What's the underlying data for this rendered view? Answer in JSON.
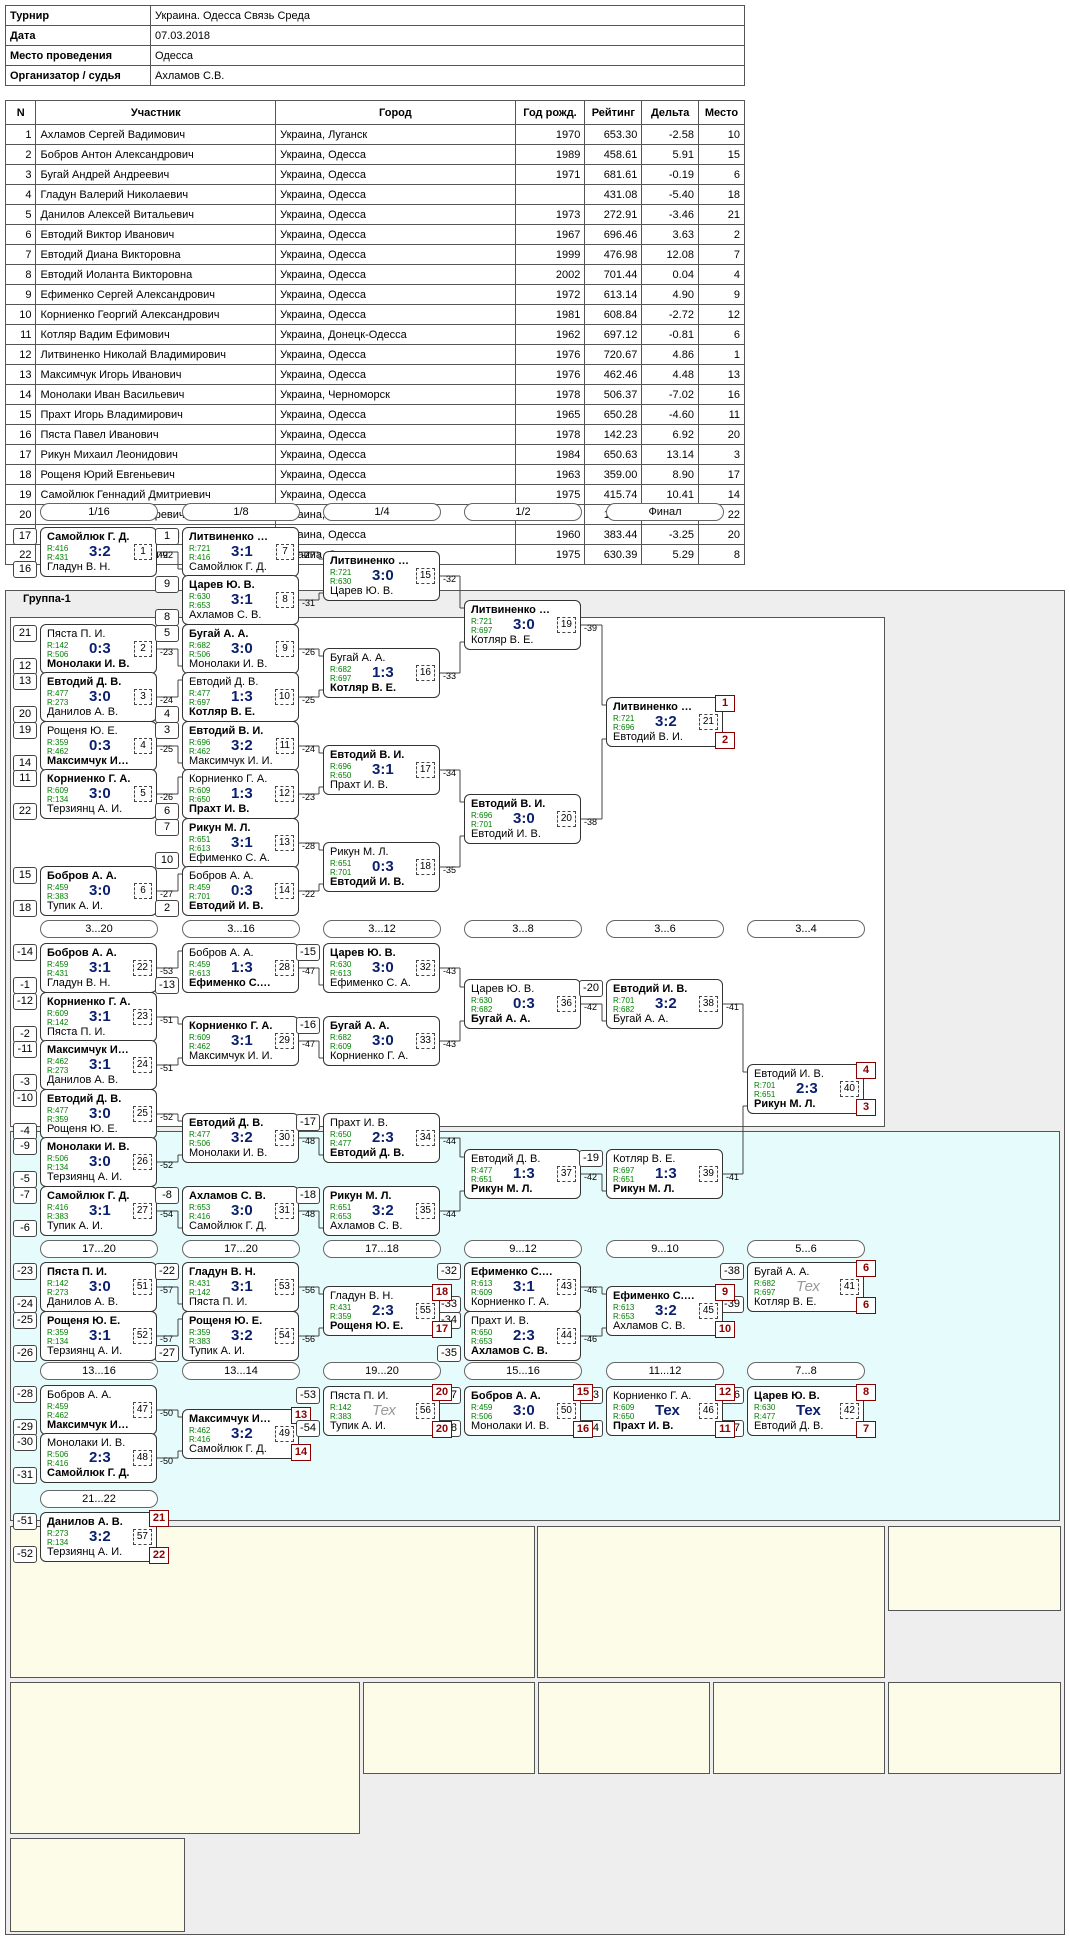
{
  "info": [
    {
      "label": "Турнир",
      "value": "Украина. Одесса Связь Среда"
    },
    {
      "label": "Дата",
      "value": "07.03.2018"
    },
    {
      "label": "Место проведения",
      "value": "Одесса"
    },
    {
      "label": "Организатор / судья",
      "value": "Ахламов С.В."
    }
  ],
  "participants": {
    "headers": [
      "N",
      "Участник",
      "Город",
      "Год рожд.",
      "Рейтинг",
      "Дельта",
      "Место"
    ],
    "rows": [
      [
        "1",
        "Ахламов Сергей Вадимович",
        "Украина, Луганск",
        "1970",
        "653.30",
        "-2.58",
        "10"
      ],
      [
        "2",
        "Бобров Антон Александрович",
        "Украина, Одесса",
        "1989",
        "458.61",
        "5.91",
        "15"
      ],
      [
        "3",
        "Бугай Андрей Андреевич",
        "Украина, Одесса",
        "1971",
        "681.61",
        "-0.19",
        "6"
      ],
      [
        "4",
        "Гладун Валерий Николаевич",
        "Украина, Одесса",
        "",
        "431.08",
        "-5.40",
        "18"
      ],
      [
        "5",
        "Данилов Алексей Витальевич",
        "Украина, Одесса",
        "1973",
        "272.91",
        "-3.46",
        "21"
      ],
      [
        "6",
        "Евтодий Виктор Иванович",
        "Украина, Одесса",
        "1967",
        "696.46",
        "3.63",
        "2"
      ],
      [
        "7",
        "Евтодий Диана Викторовна",
        "Украина, Одесса",
        "1999",
        "476.98",
        "12.08",
        "7"
      ],
      [
        "8",
        "Евтодий Иоланта Викторовна",
        "Украина, Одесса",
        "2002",
        "701.44",
        "0.04",
        "4"
      ],
      [
        "9",
        "Ефименко Сергей Александрович",
        "Украина, Одесса",
        "1972",
        "613.14",
        "4.90",
        "9"
      ],
      [
        "10",
        "Корниенко Георгий Александрович",
        "Украина, Одесса",
        "1981",
        "608.84",
        "-2.72",
        "12"
      ],
      [
        "11",
        "Котляр Вадим Ефимович",
        "Украина, Донецк-Одесса",
        "1962",
        "697.12",
        "-0.81",
        "6"
      ],
      [
        "12",
        "Литвиненко Николай Владимирович",
        "Украина, Одесса",
        "1976",
        "720.67",
        "4.86",
        "1"
      ],
      [
        "13",
        "Максимчук Игорь Иванович",
        "Украина, Одесса",
        "1976",
        "462.46",
        "4.48",
        "13"
      ],
      [
        "14",
        "Монолаки Иван Васильевич",
        "Украина, Черноморск",
        "1978",
        "506.37",
        "-7.02",
        "16"
      ],
      [
        "15",
        "Прахт Игорь Владимирович",
        "Украина, Одесса",
        "1965",
        "650.28",
        "-4.60",
        "11"
      ],
      [
        "16",
        "Пяста Павел Иванович",
        "Украина, Одесса",
        "1978",
        "142.23",
        "6.92",
        "20"
      ],
      [
        "17",
        "Рикун Михаил Леонидович",
        "Украина, Одесса",
        "1984",
        "650.63",
        "13.14",
        "3"
      ],
      [
        "18",
        "Рощеня Юрий Евгеньевич",
        "Украина, Одесса",
        "1963",
        "359.00",
        "8.90",
        "17"
      ],
      [
        "19",
        "Самойлюк Геннадий Дмитриевич",
        "Украина, Одесса",
        "1975",
        "415.74",
        "10.41",
        "14"
      ],
      [
        "20",
        "Терзиянц Алексей Игоревич",
        "Украина, Одесса",
        "1973",
        "133.65",
        "0.00",
        "22"
      ],
      [
        "21",
        "Тупик Александр Иванович",
        "Украина, Одесса",
        "1960",
        "383.44",
        "-3.25",
        "20"
      ],
      [
        "22",
        "Царев Юрий Викторович",
        "Украина, Одесса",
        "1975",
        "630.39",
        "5.29",
        "8"
      ]
    ]
  },
  "group_label": "Группа-1",
  "colors": {
    "main": "#ffffff",
    "consolation": "#e6fbfb",
    "placement": "#fcfce8",
    "outer": "#eeeeee",
    "score": "#0a1f6e",
    "rating": "#008000",
    "place": "#8b0000"
  },
  "headers": [
    {
      "id": "h1",
      "text": "1/16"
    },
    {
      "id": "h2",
      "text": "1/8"
    },
    {
      "id": "h3",
      "text": "1/4"
    },
    {
      "id": "h4",
      "text": "1/2"
    },
    {
      "id": "h5",
      "text": "Финал"
    },
    {
      "id": "h6",
      "text": "3...20"
    },
    {
      "id": "h7",
      "text": "3...16"
    },
    {
      "id": "h8",
      "text": "3...12"
    },
    {
      "id": "h9",
      "text": "3...8"
    },
    {
      "id": "h10",
      "text": "3...6"
    },
    {
      "id": "h11",
      "text": "3...4"
    },
    {
      "id": "h12",
      "text": "17...20"
    },
    {
      "id": "h13",
      "text": "17...20"
    },
    {
      "id": "h14",
      "text": "17...18"
    },
    {
      "id": "h15",
      "text": "9...12"
    },
    {
      "id": "h16",
      "text": "9...10"
    },
    {
      "id": "h17",
      "text": "5...6"
    },
    {
      "id": "h18",
      "text": "13...16"
    },
    {
      "id": "h19",
      "text": "13...14"
    },
    {
      "id": "h20",
      "text": "19...20"
    },
    {
      "id": "h21",
      "text": "15...16"
    },
    {
      "id": "h22",
      "text": "11...12"
    },
    {
      "id": "h23",
      "text": "7...8"
    },
    {
      "id": "h24",
      "text": "21...22"
    }
  ],
  "matches": [
    {
      "id": "m1",
      "no": "1",
      "p1": "Самойлюк Г. Д.",
      "p2": "Гладун В. Н.",
      "r1": "R:416",
      "r2": "R:431",
      "score": "3:2",
      "w": 1,
      "s1": "17",
      "s2": "16",
      "out": "-22"
    },
    {
      "id": "m2",
      "no": "2",
      "p1": "Пяста П. И.",
      "p2": "Монолаки И. В.",
      "r1": "R:142",
      "r2": "R:506",
      "score": "0:3",
      "w": 2,
      "s1": "21",
      "s2": "12",
      "out": "-23"
    },
    {
      "id": "m3",
      "no": "3",
      "p1": "Евтодий Д. В.",
      "p2": "Данилов А. В.",
      "r1": "R:477",
      "r2": "R:273",
      "score": "3:0",
      "w": 1,
      "s1": "13",
      "s2": "20",
      "out": "-24"
    },
    {
      "id": "m4",
      "no": "4",
      "p1": "Рощеня Ю. Е.",
      "p2": "Максимчук И. И.",
      "r1": "R:359",
      "r2": "R:462",
      "score": "0:3",
      "w": 2,
      "s1": "19",
      "s2": "14",
      "out": "-25"
    },
    {
      "id": "m5",
      "no": "5",
      "p1": "Корниенко Г. А.",
      "p2": "Терзиянц А. И.",
      "r1": "R:609",
      "r2": "R:134",
      "score": "3:0",
      "w": 1,
      "s1": "11",
      "s2": "22",
      "out": "-26"
    },
    {
      "id": "m6",
      "no": "6",
      "p1": "Бобров А. А.",
      "p2": "Тупик А. И.",
      "r1": "R:459",
      "r2": "R:383",
      "score": "3:0",
      "w": 1,
      "s1": "15",
      "s2": "18",
      "out": "-27"
    },
    {
      "id": "m7",
      "no": "7",
      "p1": "Литвиненко Н. В.",
      "p2": "Самойлюк Г. Д.",
      "r1": "R:721",
      "r2": "R:416",
      "score": "3:1",
      "w": 1,
      "s1": "1",
      "out": "-27"
    },
    {
      "id": "m8",
      "no": "8",
      "p1": "Царев Ю. В.",
      "p2": "Ахламов С. В.",
      "r1": "R:630",
      "r2": "R:653",
      "score": "3:1",
      "w": 1,
      "s1": "9",
      "s2": "8",
      "out": "-31"
    },
    {
      "id": "m9",
      "no": "9",
      "p1": "Бугай А. А.",
      "p2": "Монолаки И. В.",
      "r1": "R:682",
      "r2": "R:506",
      "score": "3:0",
      "w": 1,
      "s1": "5",
      "out": "-26"
    },
    {
      "id": "m10",
      "no": "10",
      "p1": "Евтодий Д. В.",
      "p2": "Котляр В. Е.",
      "r1": "R:477",
      "r2": "R:697",
      "score": "1:3",
      "w": 2,
      "s2": "4",
      "out": "-25"
    },
    {
      "id": "m11",
      "no": "11",
      "p1": "Евтодий В. И.",
      "p2": "Максимчук И. И.",
      "r1": "R:696",
      "r2": "R:462",
      "score": "3:2",
      "w": 1,
      "s1": "3",
      "out": "-24"
    },
    {
      "id": "m12",
      "no": "12",
      "p1": "Корниенко Г. А.",
      "p2": "Прахт И. В.",
      "r1": "R:609",
      "r2": "R:650",
      "score": "1:3",
      "w": 2,
      "s2": "6",
      "out": "-23"
    },
    {
      "id": "m13",
      "no": "13",
      "p1": "Рикун М. Л.",
      "p2": "Ефименко С. А.",
      "r1": "R:651",
      "r2": "R:613",
      "score": "3:1",
      "w": 1,
      "s1": "7",
      "s2": "10",
      "out": "-28"
    },
    {
      "id": "m14",
      "no": "14",
      "p1": "Бобров А. А.",
      "p2": "Евтодий И. В.",
      "r1": "R:459",
      "r2": "R:701",
      "score": "0:3",
      "w": 2,
      "s2": "2",
      "out": "-22"
    },
    {
      "id": "m15",
      "no": "15",
      "p1": "Литвиненко Н. В.",
      "p2": "Царев Ю. В.",
      "r1": "R:721",
      "r2": "R:630",
      "score": "3:0",
      "w": 1,
      "out": "-32"
    },
    {
      "id": "m16",
      "no": "16",
      "p1": "Бугай А. А.",
      "p2": "Котляр В. Е.",
      "r1": "R:682",
      "r2": "R:697",
      "score": "1:3",
      "w": 2,
      "out": "-33"
    },
    {
      "id": "m17",
      "no": "17",
      "p1": "Евтодий В. И.",
      "p2": "Прахт И. В.",
      "r1": "R:696",
      "r2": "R:650",
      "score": "3:1",
      "w": 1,
      "out": "-34"
    },
    {
      "id": "m18",
      "no": "18",
      "p1": "Рикун М. Л.",
      "p2": "Евтодий И. В.",
      "r1": "R:651",
      "r2": "R:701",
      "score": "0:3",
      "w": 2,
      "out": "-35"
    },
    {
      "id": "m19",
      "no": "19",
      "p1": "Литвиненко Н. В.",
      "p2": "Котляр В. Е.",
      "r1": "R:721",
      "r2": "R:697",
      "score": "3:0",
      "w": 1,
      "out": "-39"
    },
    {
      "id": "m20",
      "no": "20",
      "p1": "Евтодий В. И.",
      "p2": "Евтодий И. В.",
      "r1": "R:696",
      "r2": "R:701",
      "score": "3:0",
      "w": 1,
      "out": "-38"
    },
    {
      "id": "m21",
      "no": "21",
      "p1": "Литвиненко Н. В.",
      "p2": "Евтодий В. И.",
      "r1": "R:721",
      "r2": "R:696",
      "score": "3:2",
      "w": 1,
      "pl1": "1",
      "pl2": "2"
    },
    {
      "id": "m22",
      "no": "22",
      "p1": "Бобров А. А.",
      "p2": "Гладун В. Н.",
      "r1": "R:459",
      "r2": "R:431",
      "score": "3:1",
      "w": 1,
      "s1": "-14",
      "s2": "-1",
      "out": "-53"
    },
    {
      "id": "m23",
      "no": "23",
      "p1": "Корниенко Г. А.",
      "p2": "Пяста П. И.",
      "r1": "R:609",
      "r2": "R:142",
      "score": "3:1",
      "w": 1,
      "s1": "-12",
      "s2": "-2",
      "out": "-51"
    },
    {
      "id": "m24",
      "no": "24",
      "p1": "Максимчук И. И.",
      "p2": "Данилов А. В.",
      "r1": "R:462",
      "r2": "R:273",
      "score": "3:1",
      "w": 1,
      "s1": "-11",
      "s2": "-3",
      "out": "-51"
    },
    {
      "id": "m25",
      "no": "25",
      "p1": "Евтодий Д. В.",
      "p2": "Рощеня Ю. Е.",
      "r1": "R:477",
      "r2": "R:359",
      "score": "3:0",
      "w": 1,
      "s1": "-10",
      "s2": "-4",
      "out": "-52"
    },
    {
      "id": "m26",
      "no": "26",
      "p1": "Монолаки И. В.",
      "p2": "Терзиянц А. И.",
      "r1": "R:506",
      "r2": "R:134",
      "score": "3:0",
      "w": 1,
      "s1": "-9",
      "s2": "-5",
      "out": "-52"
    },
    {
      "id": "m27",
      "no": "27",
      "p1": "Самойлюк Г. Д.",
      "p2": "Тупик А. И.",
      "r1": "R:416",
      "r2": "R:383",
      "score": "3:1",
      "w": 1,
      "s1": "-7",
      "s2": "-6",
      "out": "-54"
    },
    {
      "id": "m28",
      "no": "28",
      "p1": "Бобров А. А.",
      "p2": "Ефименко С. А.",
      "r1": "R:459",
      "r2": "R:613",
      "score": "1:3",
      "w": 2,
      "s2": "-13",
      "out": "-47"
    },
    {
      "id": "m29",
      "no": "29",
      "p1": "Корниенко Г. А.",
      "p2": "Максимчук И. И.",
      "r1": "R:609",
      "r2": "R:462",
      "score": "3:1",
      "w": 1,
      "out": "-47"
    },
    {
      "id": "m30",
      "no": "30",
      "p1": "Евтодий Д. В.",
      "p2": "Монолаки И. В.",
      "r1": "R:477",
      "r2": "R:506",
      "score": "3:2",
      "w": 1,
      "out": "-48"
    },
    {
      "id": "m31",
      "no": "31",
      "p1": "Ахламов С. В.",
      "p2": "Самойлюк Г. Д.",
      "r1": "R:653",
      "r2": "R:416",
      "score": "3:0",
      "w": 1,
      "s1": "-8",
      "out": "-48"
    },
    {
      "id": "m32",
      "no": "32",
      "p1": "Царев Ю. В.",
      "p2": "Ефименко С. А.",
      "r1": "R:630",
      "r2": "R:613",
      "score": "3:0",
      "w": 1,
      "s1": "-15",
      "out": "-43"
    },
    {
      "id": "m33",
      "no": "33",
      "p1": "Бугай А. А.",
      "p2": "Корниенко Г. А.",
      "r1": "R:682",
      "r2": "R:609",
      "score": "3:0",
      "w": 1,
      "s1": "-16",
      "out": "-43"
    },
    {
      "id": "m34",
      "no": "34",
      "p1": "Прахт И. В.",
      "p2": "Евтодий Д. В.",
      "r1": "R:650",
      "r2": "R:477",
      "score": "2:3",
      "w": 2,
      "s1": "-17",
      "out": "-44"
    },
    {
      "id": "m35",
      "no": "35",
      "p1": "Рикун М. Л.",
      "p2": "Ахламов С. В.",
      "r1": "R:651",
      "r2": "R:653",
      "score": "3:2",
      "w": 1,
      "s1": "-18",
      "out": "-44"
    },
    {
      "id": "m36",
      "no": "36",
      "p1": "Царев Ю. В.",
      "p2": "Бугай А. А.",
      "r1": "R:630",
      "r2": "R:682",
      "score": "0:3",
      "w": 2,
      "out": "-42"
    },
    {
      "id": "m37",
      "no": "37",
      "p1": "Евтодий Д. В.",
      "p2": "Рикун М. Л.",
      "r1": "R:477",
      "r2": "R:651",
      "score": "1:3",
      "w": 2,
      "out": "-42"
    },
    {
      "id": "m38",
      "no": "38",
      "p1": "Евтодий И. В.",
      "p2": "Бугай А. А.",
      "r1": "R:701",
      "r2": "R:682",
      "score": "3:2",
      "w": 1,
      "s1": "-20",
      "out": "-41"
    },
    {
      "id": "m39",
      "no": "39",
      "p1": "Котляр В. Е.",
      "p2": "Рикун М. Л.",
      "r1": "R:697",
      "r2": "R:651",
      "score": "1:3",
      "w": 2,
      "s1": "-19",
      "out": "-41"
    },
    {
      "id": "m40",
      "no": "40",
      "p1": "Евтодий И. В.",
      "p2": "Рикун М. Л.",
      "r1": "R:701",
      "r2": "R:651",
      "score": "2:3",
      "w": 2,
      "pl1": "4",
      "pl2": "3"
    },
    {
      "id": "m41",
      "no": "41",
      "p1": "Бугай А. А.",
      "p2": "Котляр В. Е.",
      "r1": "R:682",
      "r2": "R:697",
      "score": "Тех",
      "tex": true,
      "w": 0,
      "s1": "-38",
      "s2": "-39",
      "pl1": "6",
      "pl2": "6"
    },
    {
      "id": "m42",
      "no": "42",
      "p1": "Царев Ю. В.",
      "p2": "Евтодий Д. В.",
      "r1": "R:630",
      "r2": "R:477",
      "score": "Тех",
      "w": 1,
      "s1": "-36",
      "s2": "-37",
      "pl1": "8",
      "pl2": "7"
    },
    {
      "id": "m43",
      "no": "43",
      "p1": "Ефименко С. А.",
      "p2": "Корниенко Г. А.",
      "r1": "R:613",
      "r2": "R:609",
      "score": "3:1",
      "w": 1,
      "s1": "-32",
      "s2": "-33",
      "out": "-46"
    },
    {
      "id": "m44",
      "no": "44",
      "p1": "Прахт И. В.",
      "p2": "Ахламов С. В.",
      "r1": "R:650",
      "r2": "R:653",
      "score": "2:3",
      "w": 2,
      "s1": "-34",
      "s2": "-35",
      "out": "-46"
    },
    {
      "id": "m45",
      "no": "45",
      "p1": "Ефименко С. А.",
      "p2": "Ахламов С. В.",
      "r1": "R:613",
      "r2": "R:653",
      "score": "3:2",
      "w": 1,
      "pl1": "9",
      "pl2": "10"
    },
    {
      "id": "m46",
      "no": "46",
      "p1": "Корниенко Г. А.",
      "p2": "Прахт И. В.",
      "r1": "R:609",
      "r2": "R:650",
      "score": "Тех",
      "w": 2,
      "s1": "-43",
      "s2": "-44",
      "pl1": "12",
      "pl2": "11"
    },
    {
      "id": "m47",
      "no": "47",
      "p1": "Бобров А. А.",
      "p2": "Максимчук И. И.",
      "r1": "R:459",
      "r2": "R:462",
      "score": "",
      "w": 2,
      "s1": "-28",
      "s2": "-29",
      "out": "-50"
    },
    {
      "id": "m48",
      "no": "48",
      "p1": "Монолаки И. В.",
      "p2": "Самойлюк Г. Д.",
      "r1": "R:506",
      "r2": "R:416",
      "score": "2:3",
      "w": 2,
      "s1": "-30",
      "s2": "-31",
      "out": "-50"
    },
    {
      "id": "m49",
      "no": "49",
      "p1": "Максимчук И. И.",
      "p2": "Самойлюк Г. Д.",
      "r1": "R:462",
      "r2": "R:416",
      "score": "3:2",
      "w": 1,
      "pl1": "13",
      "pl2": "14"
    },
    {
      "id": "m50",
      "no": "50",
      "p1": "Бобров А. А.",
      "p2": "Монолаки И. В.",
      "r1": "R:459",
      "r2": "R:506",
      "score": "3:0",
      "w": 1,
      "s1": "-47",
      "s2": "-48",
      "pl1": "15",
      "pl2": "16"
    },
    {
      "id": "m51",
      "no": "51",
      "p1": "Пяста П. И.",
      "p2": "Данилов А. В.",
      "r1": "R:142",
      "r2": "R:273",
      "score": "3:0",
      "w": 1,
      "s1": "-23",
      "s2": "-24",
      "out": "-57"
    },
    {
      "id": "m52",
      "no": "52",
      "p1": "Рощеня Ю. Е.",
      "p2": "Терзиянц А. И.",
      "r1": "R:359",
      "r2": "R:134",
      "score": "3:1",
      "w": 1,
      "s1": "-25",
      "s2": "-26",
      "out": "-57"
    },
    {
      "id": "m53",
      "no": "53",
      "p1": "Гладун В. Н.",
      "p2": "Пяста П. И.",
      "r1": "R:431",
      "r2": "R:142",
      "score": "3:1",
      "w": 1,
      "s1": "-22",
      "out": "-56"
    },
    {
      "id": "m54",
      "no": "54",
      "p1": "Рощеня Ю. Е.",
      "p2": "Тупик А. И.",
      "r1": "R:359",
      "r2": "R:383",
      "score": "3:2",
      "w": 1,
      "s2": "-27",
      "out": "-56"
    },
    {
      "id": "m55",
      "no": "55",
      "p1": "Гладун В. Н.",
      "p2": "Рощеня Ю. Е.",
      "r1": "R:431",
      "r2": "R:359",
      "score": "2:3",
      "w": 2,
      "pl1": "18",
      "pl2": "17"
    },
    {
      "id": "m56",
      "no": "56",
      "p1": "Пяста П. И.",
      "p2": "Тупик А. И.",
      "r1": "R:142",
      "r2": "R:383",
      "score": "Тех",
      "tex": true,
      "w": 0,
      "s1": "-53",
      "s2": "-54",
      "pl1": "20",
      "pl2": "20"
    },
    {
      "id": "m57",
      "no": "57",
      "p1": "Данилов А. В.",
      "p2": "Терзиянц А. И.",
      "r1": "R:273",
      "r2": "R:134",
      "score": "3:2",
      "w": 1,
      "s1": "-51",
      "s2": "-52",
      "pl1": "21",
      "pl2": "22"
    }
  ]
}
